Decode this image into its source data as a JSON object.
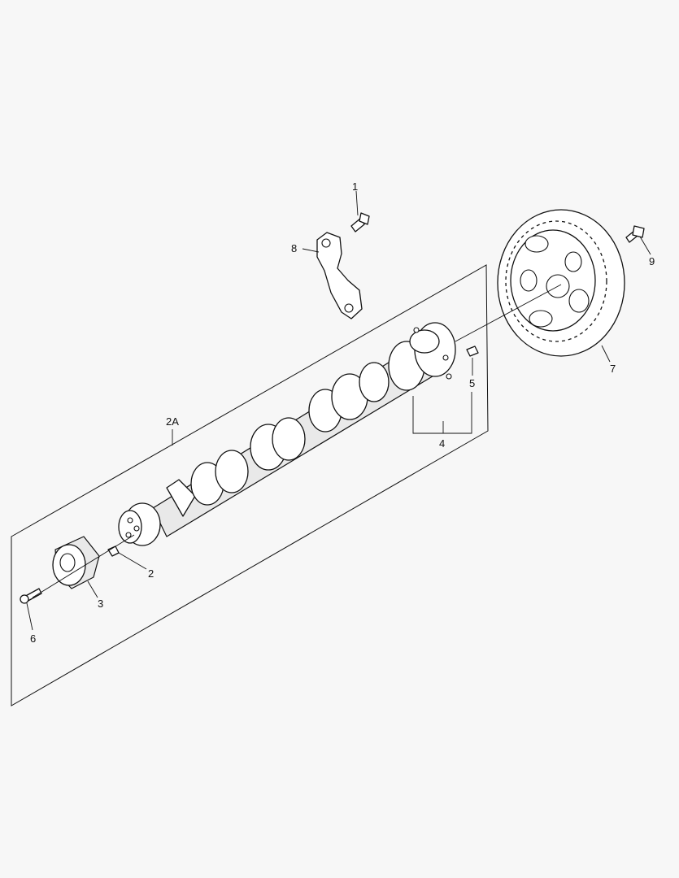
{
  "callouts": {
    "c1": "1",
    "c2": "2",
    "c2a": "2A",
    "c3": "3",
    "c4": "4",
    "c5": "5",
    "c6": "6",
    "c7": "7",
    "c8": "8",
    "c9": "9"
  },
  "colors": {
    "background": "#f7f7f7",
    "line": "#111111",
    "fill": "#ffffff"
  }
}
